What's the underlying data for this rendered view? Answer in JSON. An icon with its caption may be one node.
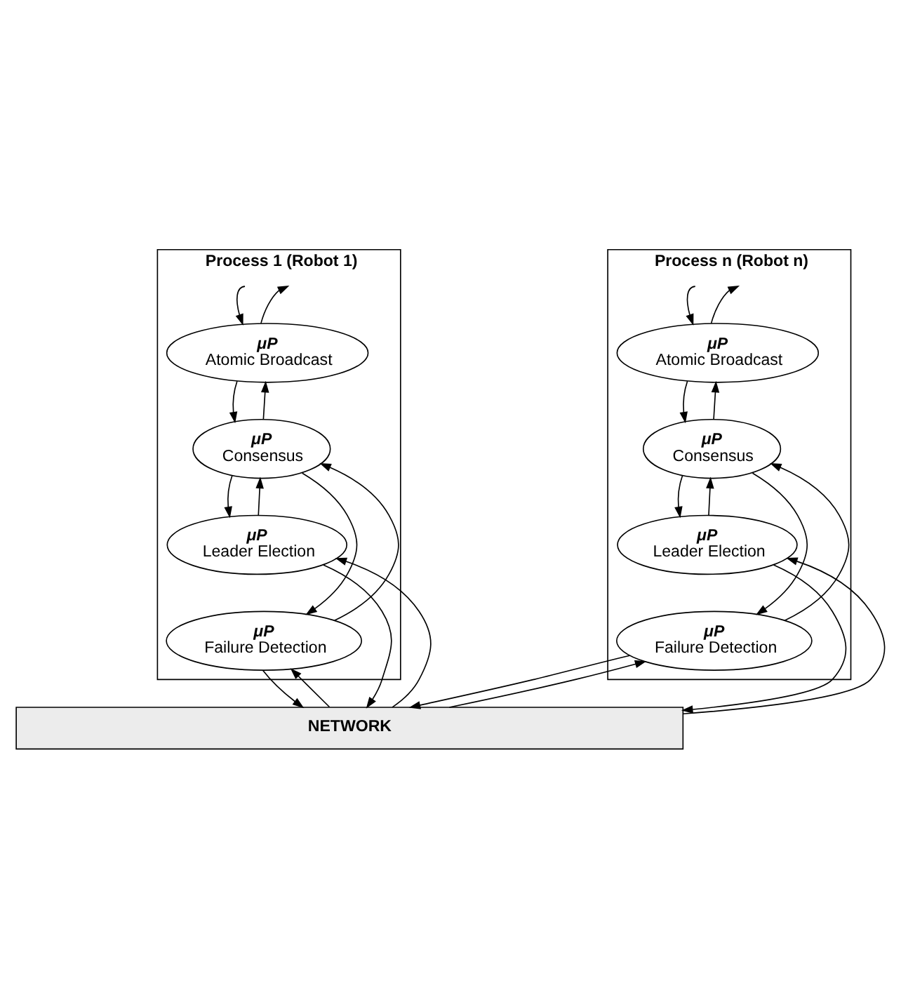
{
  "diagram": {
    "nodes": [
      {
        "text": [
          "Process 1 (Robot 1)"
        ]
      },
      {
        "text": [
          "μP",
          "Atomic Broadcast"
        ],
        "in": 0
      },
      {
        "text": [
          "μP",
          "Consensus"
        ],
        "in": 0
      },
      {
        "text": [
          "μP",
          "Leader Election"
        ],
        "in": 0
      },
      {
        "text": [
          "μP",
          "Failure Detection"
        ],
        "in": 0
      },
      {
        "text": [
          "Process n (Robot n)"
        ]
      },
      {
        "text": [
          "μP",
          "Atomic Broadcast"
        ],
        "in": 5
      },
      {
        "text": [
          "μP",
          "Consensus"
        ],
        "in": 5
      },
      {
        "text": [
          "μP",
          "Leader Election"
        ],
        "in": 5
      },
      {
        "text": [
          "μP",
          "Failure Detection"
        ],
        "in": 5
      },
      {
        "text": [
          "NETWORK"
        ]
      }
    ],
    "edges": [
      {
        "from": 1,
        "to": null,
        "arrow": "to"
      },
      {
        "from": null,
        "to": 1,
        "arrow": "to"
      },
      {
        "from": 2,
        "to": 1,
        "arrow": "to"
      },
      {
        "from": 1,
        "to": 2,
        "arrow": "to"
      },
      {
        "from": 3,
        "to": 2,
        "arrow": "to"
      },
      {
        "from": 2,
        "to": 3,
        "arrow": "to"
      },
      {
        "from": 2,
        "to": 4,
        "arrow": "to"
      },
      {
        "from": 4,
        "to": 2,
        "arrow": "to"
      },
      {
        "from": 3,
        "to": 10,
        "arrow": "to"
      },
      {
        "from": 10,
        "to": 3,
        "arrow": "to"
      },
      {
        "from": 10,
        "to": 4,
        "arrow": "to"
      },
      {
        "from": 4,
        "to": 10,
        "arrow": "to"
      },
      {
        "from": 6,
        "to": null,
        "arrow": "to"
      },
      {
        "from": null,
        "to": 6,
        "arrow": "to"
      },
      {
        "from": 7,
        "to": 6,
        "arrow": "to"
      },
      {
        "from": 6,
        "to": 7,
        "arrow": "to"
      },
      {
        "from": 8,
        "to": 7,
        "arrow": "to"
      },
      {
        "from": 7,
        "to": 8,
        "arrow": "to"
      },
      {
        "from": 7,
        "to": 9,
        "arrow": "to"
      },
      {
        "from": 9,
        "to": 7,
        "arrow": "to"
      },
      {
        "from": 8,
        "to": 10,
        "arrow": "to"
      },
      {
        "from": 10,
        "to": 8,
        "arrow": "to"
      },
      {
        "from": 10,
        "to": 9,
        "arrow": "to"
      },
      {
        "from": 9,
        "to": 10,
        "arrow": "to"
      }
    ]
  }
}
